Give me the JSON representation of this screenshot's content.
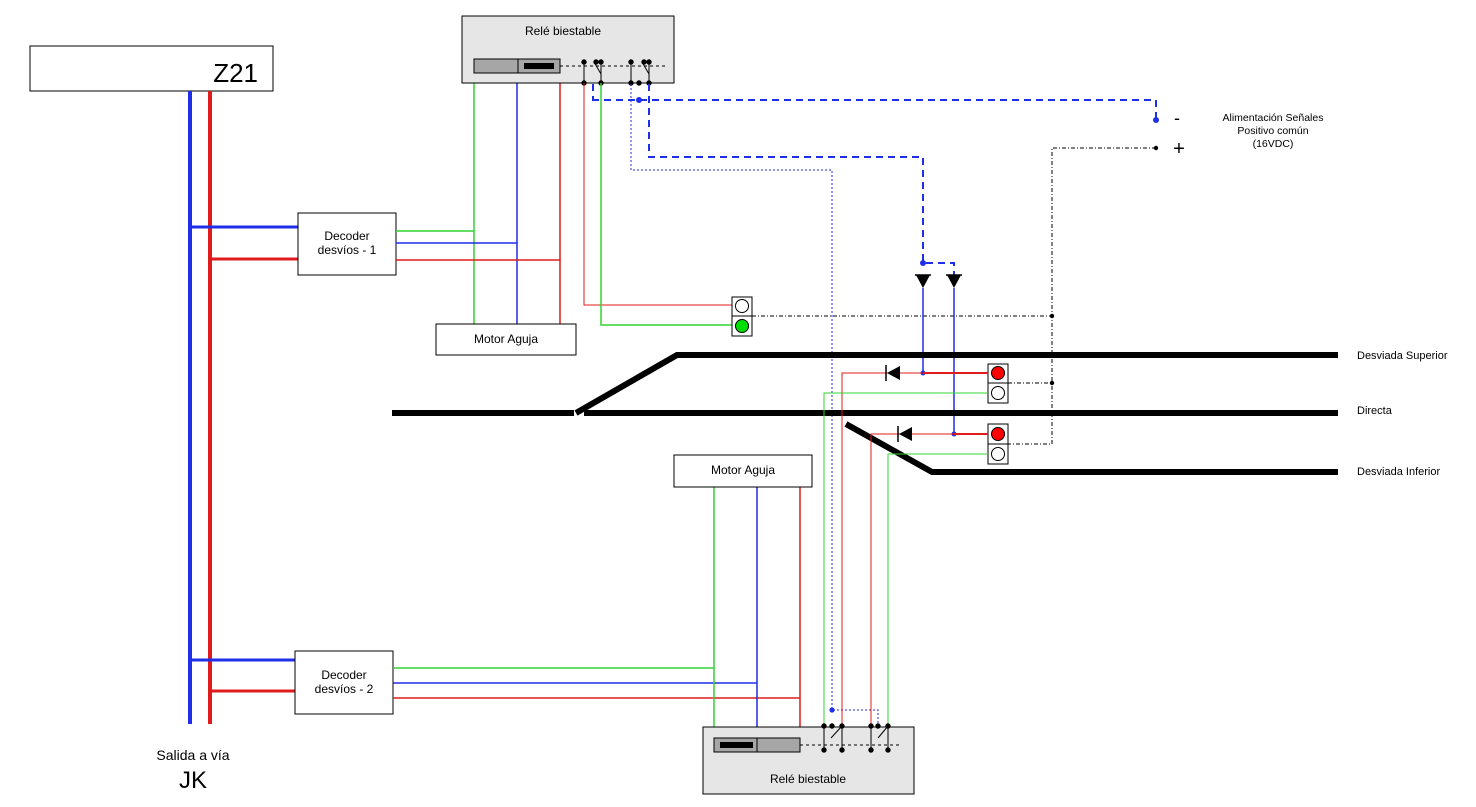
{
  "central": {
    "name": "Z21"
  },
  "output": {
    "caption": "Salida a vía",
    "name": "JK"
  },
  "decoders": [
    {
      "line1": "Decoder",
      "line2": "desvíos - 1"
    },
    {
      "line1": "Decoder",
      "line2": "desvíos - 2"
    }
  ],
  "motors": [
    {
      "label": "Motor Aguja"
    },
    {
      "label": "Motor Aguja"
    }
  ],
  "relays": [
    {
      "label": "Relé biestable"
    },
    {
      "label": "Relé biestable"
    }
  ],
  "power": {
    "line1": "Alimentación Señales",
    "line2": "Positivo común",
    "line3": "(16VDC)",
    "minus": "-",
    "plus": "+"
  },
  "tracks": [
    "Desviada Superior",
    "Directa",
    "Desviada Inferior"
  ],
  "colors": {
    "blue": "#1f2ee8",
    "red": "#e01b1b",
    "green": "#33d433",
    "box_fill": "#e6e6e6",
    "signal_red": "#ff0000",
    "signal_green": "#00e000"
  }
}
